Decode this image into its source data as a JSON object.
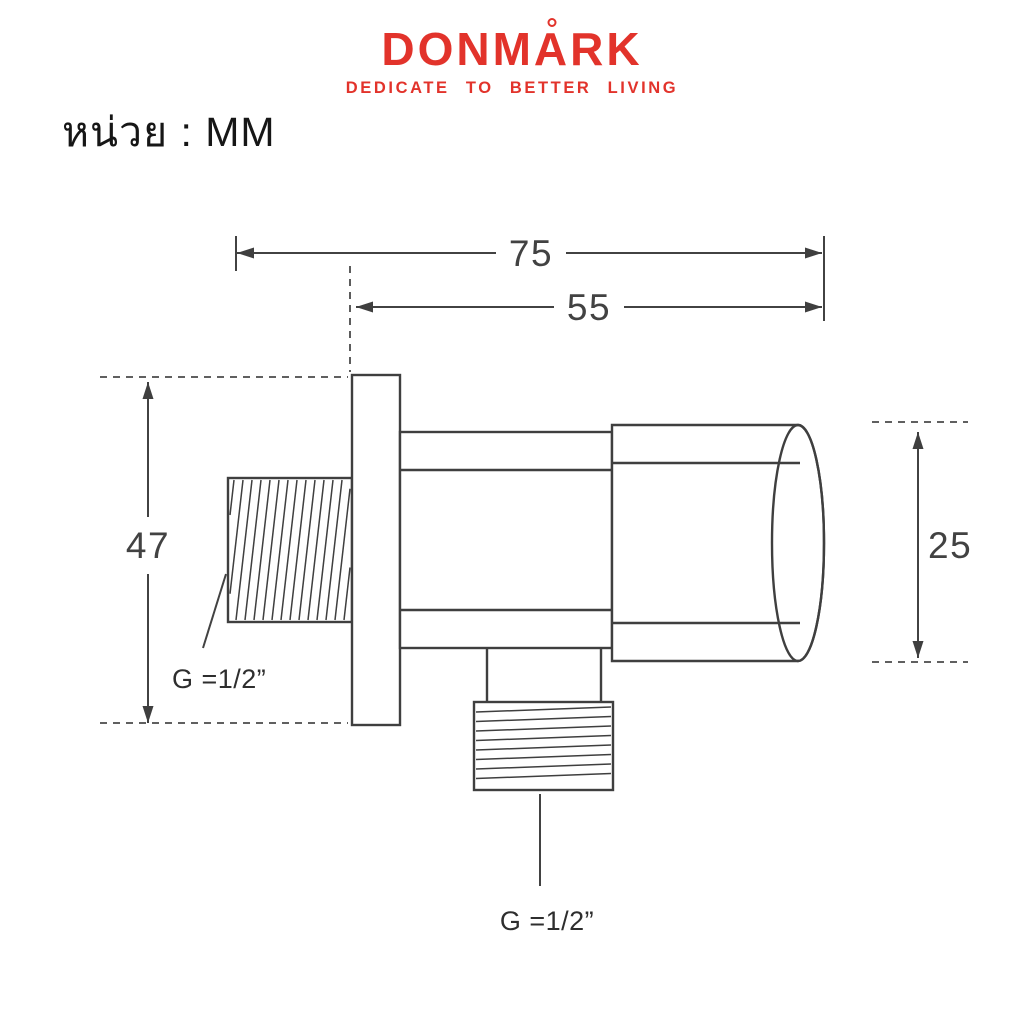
{
  "brand": {
    "name": "DONMARK",
    "logo_part1": "DONM",
    "logo_part2": "A",
    "logo_part3": "RK",
    "tagline": "DEDICATE TO BETTER LIVING",
    "color": "#e2332b"
  },
  "unit_label": "หน่วย : MM",
  "diagram": {
    "type": "technical-drawing",
    "subject": "angle-valve",
    "unit": "MM",
    "dimensions": {
      "total_width": "75",
      "body_width": "55",
      "flange_height": "47",
      "cap_height": "25",
      "inlet_thread": "G =1/2”",
      "outlet_thread": "G =1/2”"
    },
    "line_color": "#3f3f3f"
  }
}
